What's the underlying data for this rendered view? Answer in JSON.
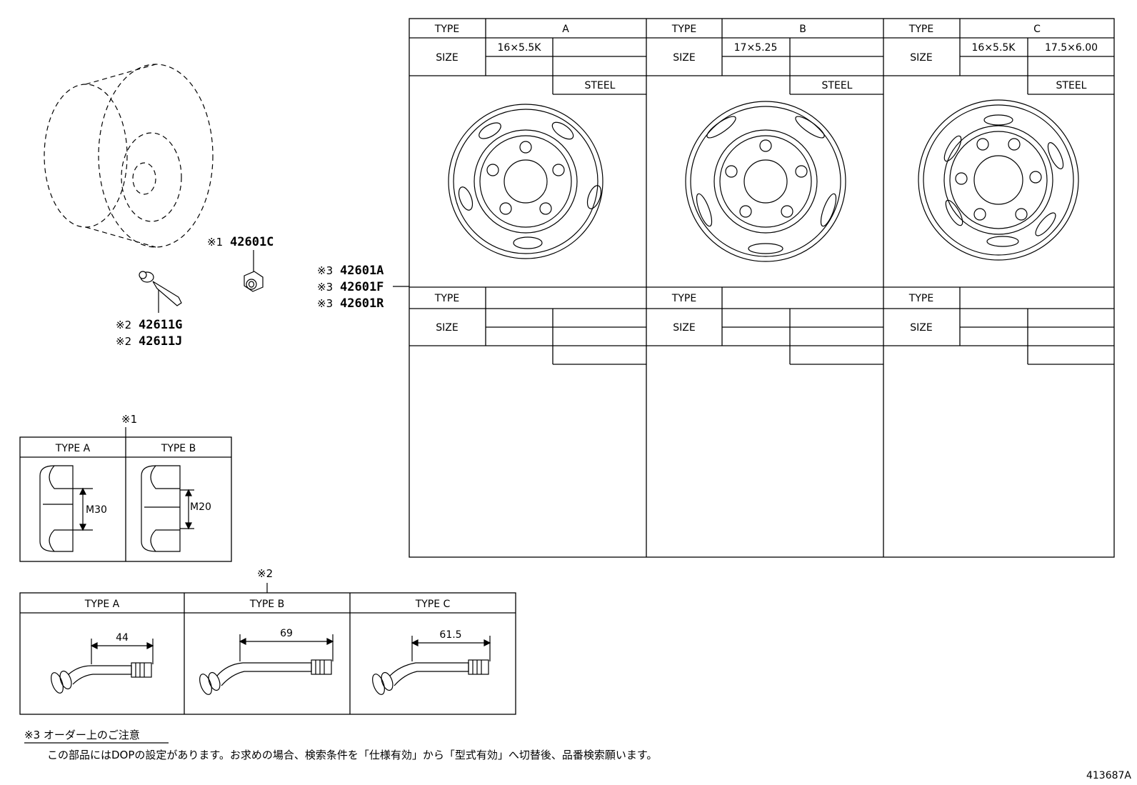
{
  "callouts": {
    "nut": {
      "mark": "※1",
      "part": "42601C"
    },
    "valve": [
      {
        "mark": "※2",
        "part": "42611G"
      },
      {
        "mark": "※2",
        "part": "42611J"
      }
    ],
    "wheel": [
      {
        "mark": "※3",
        "part": "42601A"
      },
      {
        "mark": "※3",
        "part": "42601F"
      },
      {
        "mark": "※3",
        "part": "42601R"
      }
    ]
  },
  "wheel_table": {
    "type_label": "TYPE",
    "size_label": "SIZE",
    "columns": [
      {
        "type": "A",
        "size1": "16×5.5K",
        "size2": "",
        "material": "STEEL"
      },
      {
        "type": "B",
        "size1": "17×5.25",
        "size2": "",
        "material": "STEEL"
      },
      {
        "type": "C",
        "size1": "16×5.5K",
        "size2": "17.5×6.00",
        "material": "STEEL"
      }
    ]
  },
  "nut_table": {
    "mark": "※1",
    "columns": [
      {
        "header": "TYPE A",
        "dim": "M30"
      },
      {
        "header": "TYPE B",
        "dim": "M20"
      }
    ]
  },
  "valve_table": {
    "mark": "※2",
    "columns": [
      {
        "header": "TYPE A",
        "dim": "44"
      },
      {
        "header": "TYPE B",
        "dim": "69"
      },
      {
        "header": "TYPE C",
        "dim": "61.5"
      }
    ]
  },
  "note": {
    "title": "※3 オーダー上のご注意",
    "body": "この部品にはDOPの設定があります。お求めの場合、検索条件を「仕様有効」から「型式有効」へ切替後、品番検索願います。"
  },
  "figure_id": "413687A"
}
